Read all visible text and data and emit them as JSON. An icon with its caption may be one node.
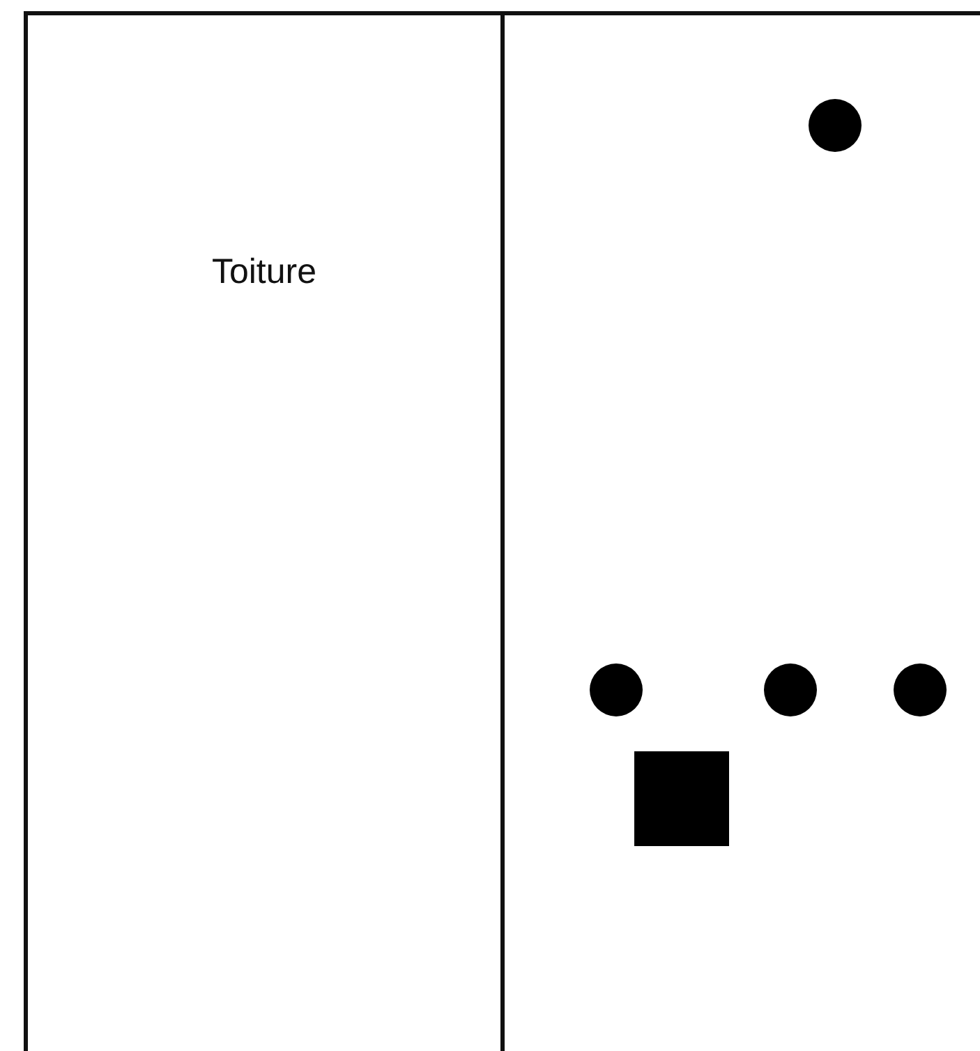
{
  "diagram": {
    "nodes": [
      {
        "text": [
          "Toiture"
        ]
      },
      {
        "text": [],
        "shape": "box"
      },
      {
        "text": [],
        "shape": "circle",
        "in": 1
      },
      {
        "text": [],
        "shape": "circle",
        "in": 1
      },
      {
        "text": [],
        "shape": "circle",
        "in": 1
      },
      {
        "text": [],
        "shape": "circle",
        "in": 1
      },
      {
        "text": [],
        "shape": "box",
        "in": 1
      }
    ]
  }
}
